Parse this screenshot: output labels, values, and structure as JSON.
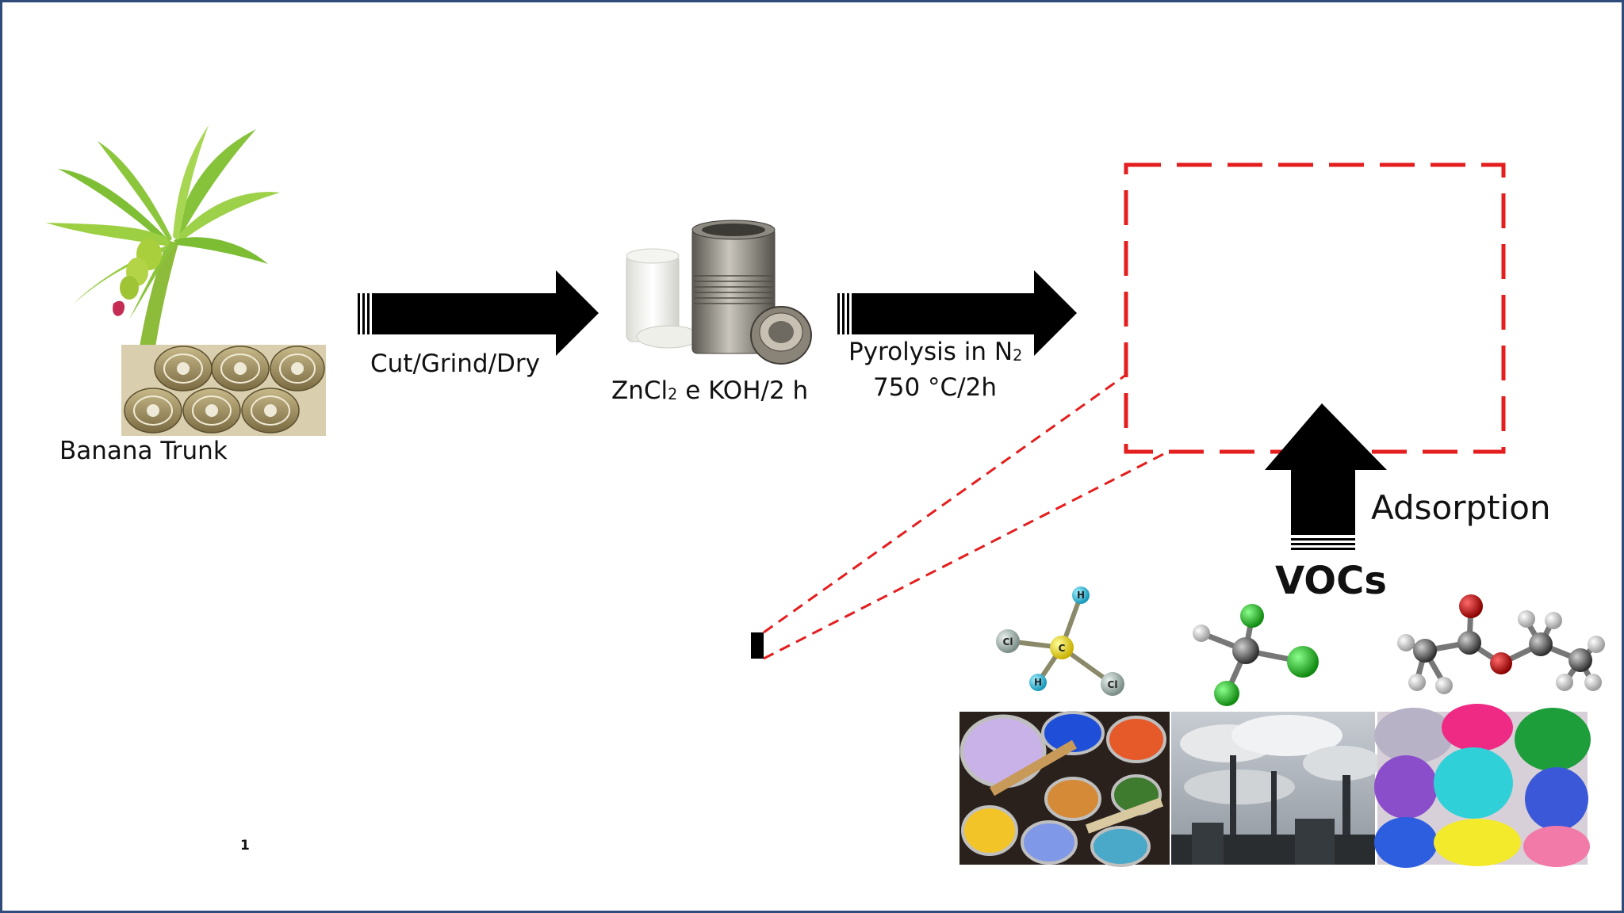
{
  "steps": {
    "banana_trunk": "Banana Trunk",
    "cut_grind_dry": "Cut/Grind/Dry",
    "activation": {
      "pre": "ZnCl",
      "sub": "2",
      "post": " e KOH/2 h"
    },
    "pyrolysis": {
      "line1_pre": "Pyrolysis in N",
      "line1_sub": "2",
      "line2": "750 °C/2h"
    }
  },
  "adsorption": "Adsorption",
  "vocs": "VOCs",
  "molecules": {
    "dcm": {
      "atom_labels": [
        "H",
        "Cl",
        "C",
        "H",
        "Cl"
      ]
    }
  },
  "page_number": "1",
  "colors": {
    "frame": "#2e4b7a",
    "zoom_box": "#e41e1e",
    "arrow": "#000000"
  },
  "icons": [
    "banana-tree-icon",
    "banana-trunk-logs-icon",
    "autoclave-reactor-icon",
    "dichloromethane-molecule-icon",
    "chloroform-molecule-icon",
    "ethyl-acetate-molecule-icon",
    "paint-cans-photo",
    "factory-smoke-photo",
    "plastic-pellets-photo"
  ]
}
